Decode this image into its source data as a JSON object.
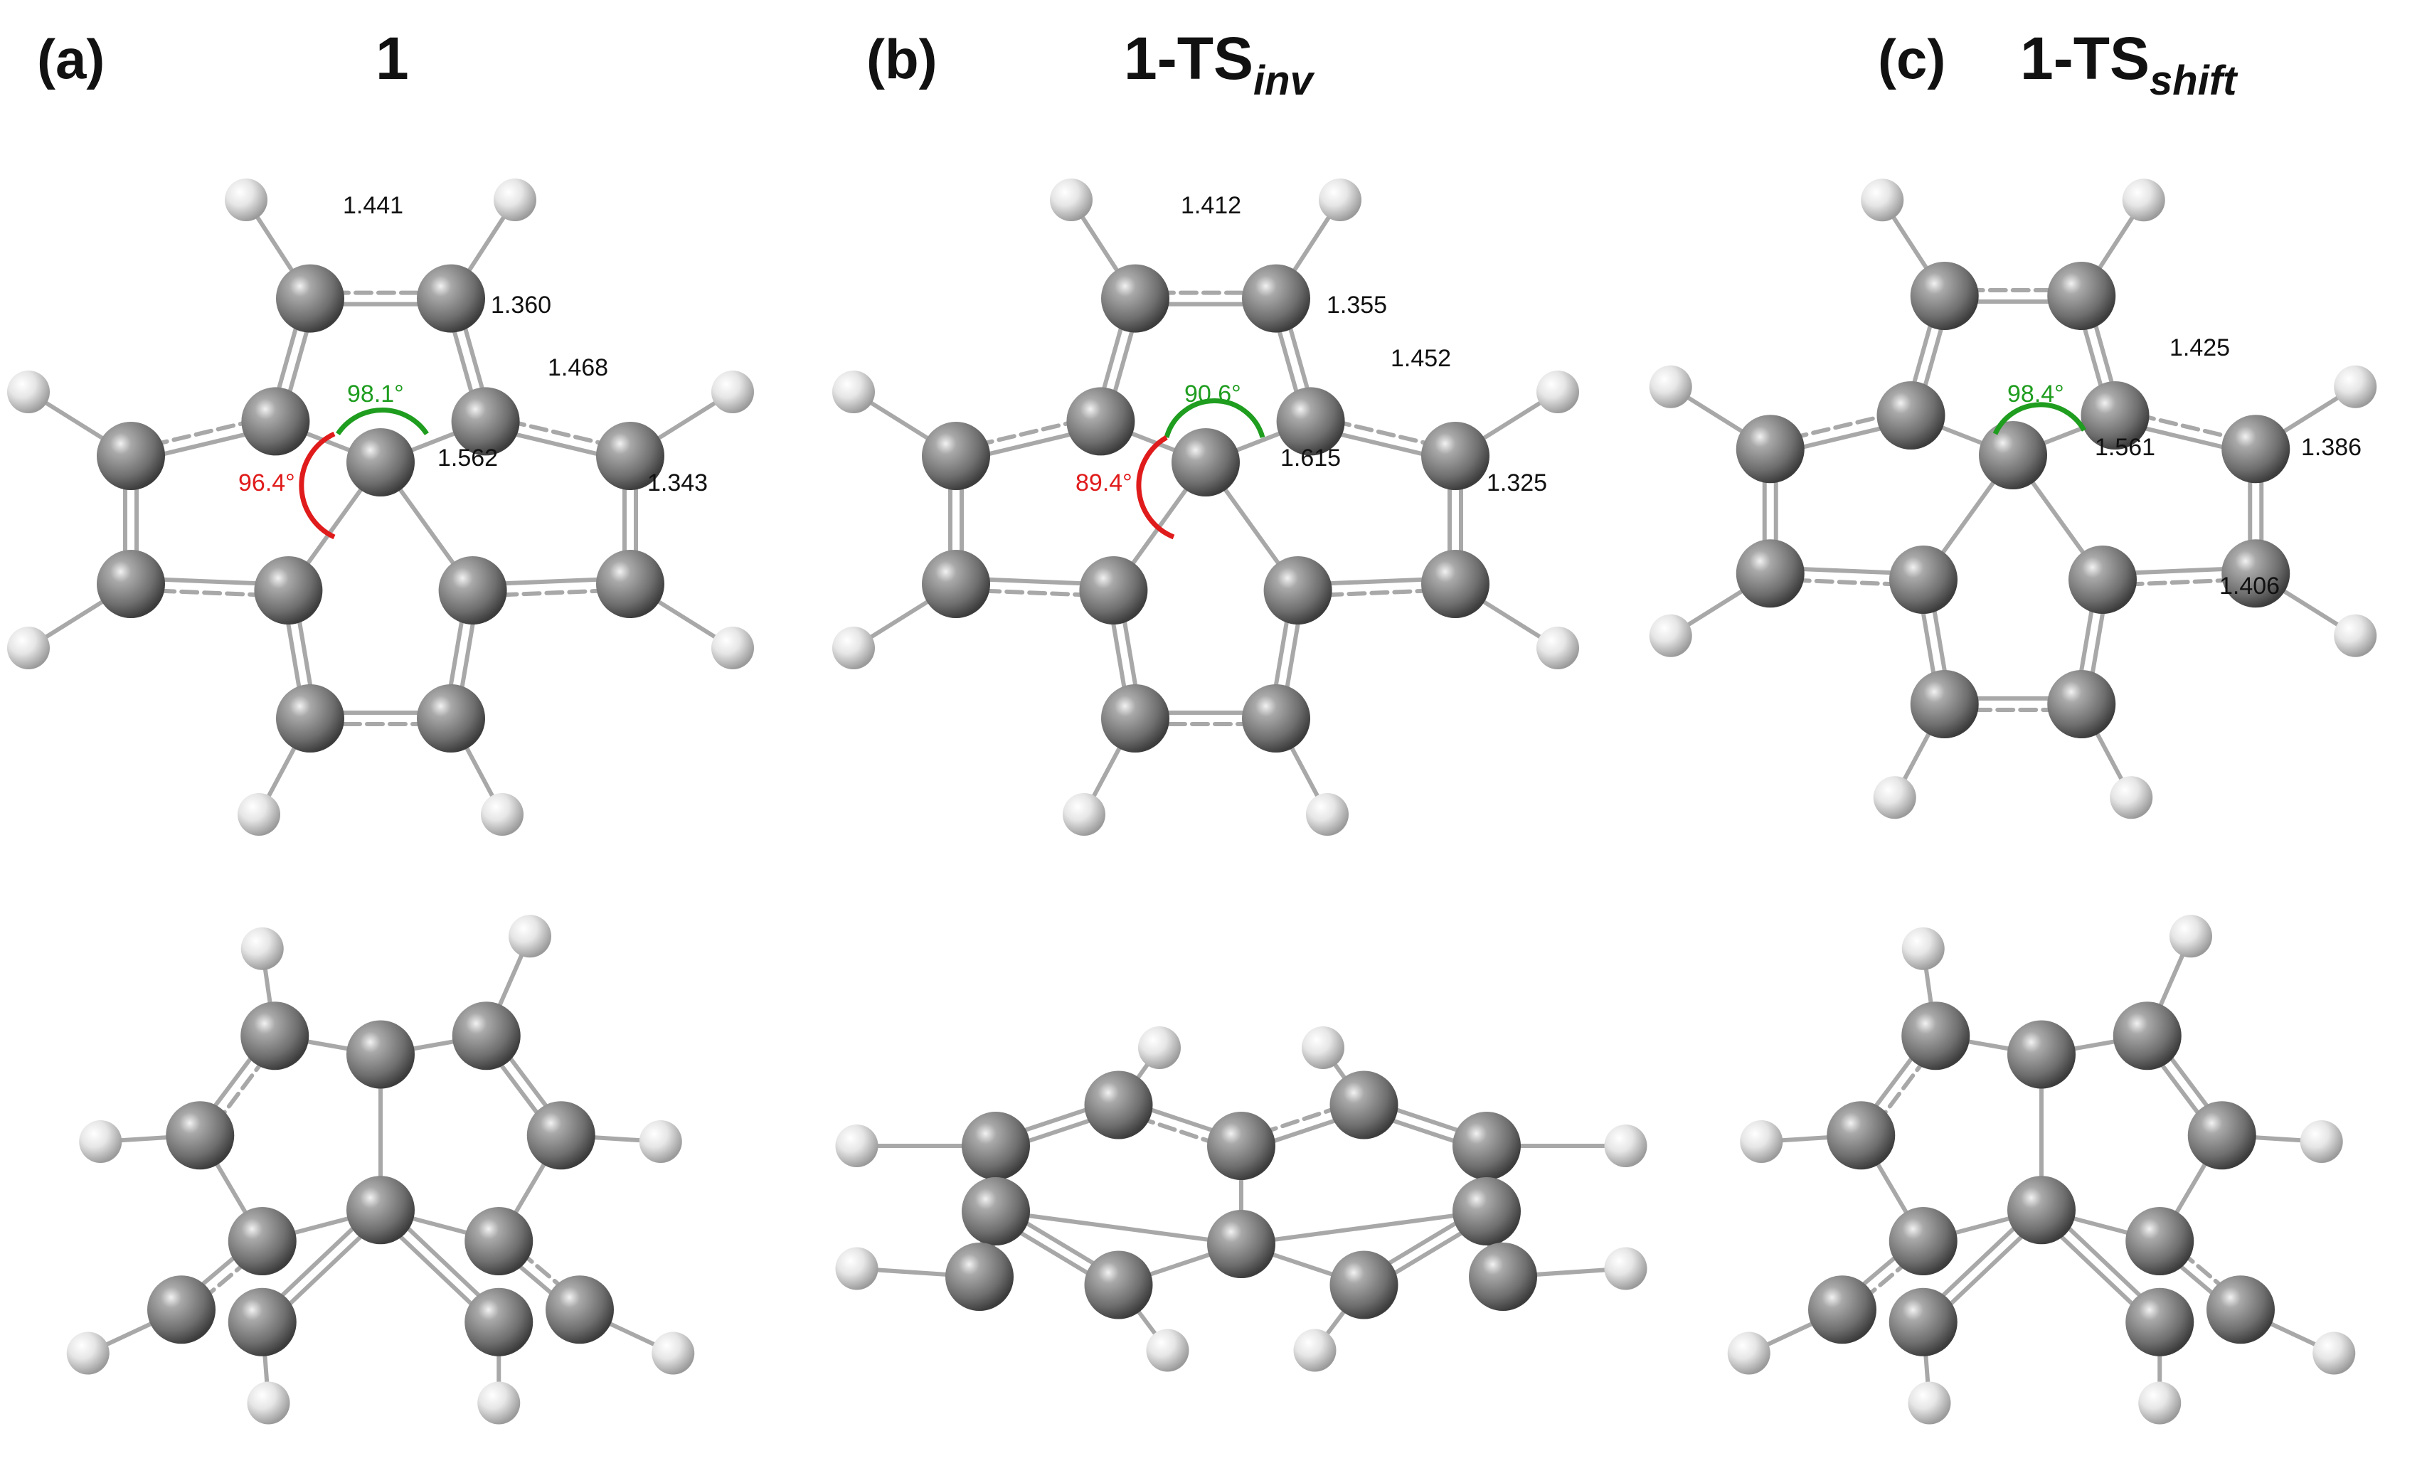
{
  "colors": {
    "carbon": "#7a7a7a",
    "hydrogen": "#e8e8e8",
    "bond": "#a8a8a8",
    "angle_green": "#1f9d1f",
    "angle_red": "#e01b1b",
    "text": "#111111"
  },
  "panels": [
    {
      "label": "(a)",
      "title_main": "1",
      "title_sub": "",
      "bond_lengths": [
        "1.441",
        "1.360",
        "1.468",
        "1.343",
        "1.562"
      ],
      "angles": {
        "green": "98.1°",
        "red": "96.4°"
      }
    },
    {
      "label": "(b)",
      "title_main": "1-TS",
      "title_sub": "inv",
      "bond_lengths": [
        "1.412",
        "1.355",
        "1.452",
        "1.325",
        "1.615"
      ],
      "angles": {
        "green": "90.6°",
        "red": "89.4°"
      }
    },
    {
      "label": "(c)",
      "title_main": "1-TS",
      "title_sub": "shift",
      "bond_lengths": [
        "1.425",
        "1.386",
        "1.406",
        "1.561"
      ],
      "angles": {
        "green": "98.4°"
      }
    }
  ]
}
